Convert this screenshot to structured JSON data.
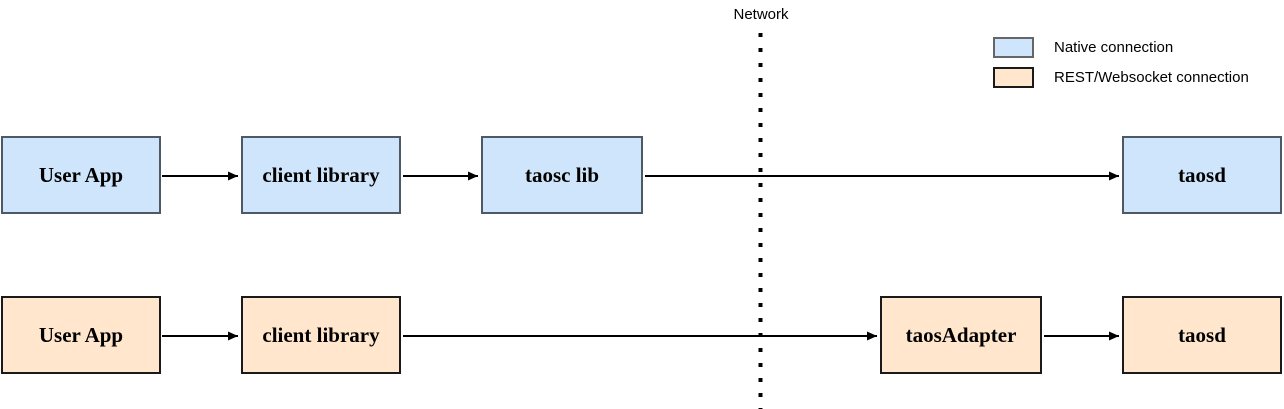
{
  "network": {
    "label": "Network"
  },
  "legend": {
    "items": [
      {
        "label": "Native connection",
        "color": "#cfe5fb"
      },
      {
        "label": "REST/Websocket connection",
        "color": "#ffe6cc"
      }
    ]
  },
  "rows": {
    "native": {
      "nodes": [
        {
          "label": "User App"
        },
        {
          "label": "client library"
        },
        {
          "label": "taosc lib"
        },
        {
          "label": "taosd"
        }
      ]
    },
    "rest": {
      "nodes": [
        {
          "label": "User App"
        },
        {
          "label": "client library"
        },
        {
          "label": "taosAdapter"
        },
        {
          "label": "taosd"
        }
      ]
    }
  },
  "connections": [
    {
      "row": "native",
      "from": "User App",
      "to": "client library"
    },
    {
      "row": "native",
      "from": "client library",
      "to": "taosc lib"
    },
    {
      "row": "native",
      "from": "taosc lib",
      "to": "taosd",
      "crosses_network": true
    },
    {
      "row": "rest",
      "from": "User App",
      "to": "client library"
    },
    {
      "row": "rest",
      "from": "client library",
      "to": "taosAdapter",
      "crosses_network": true
    },
    {
      "row": "rest",
      "from": "taosAdapter",
      "to": "taosd"
    }
  ],
  "colors": {
    "native_fill": "#cfe5fb",
    "native_border": "#4d5a66",
    "rest_fill": "#ffe6cc",
    "rest_border": "#1a1a1a",
    "connector": "#000000",
    "background": "#ffffff"
  }
}
